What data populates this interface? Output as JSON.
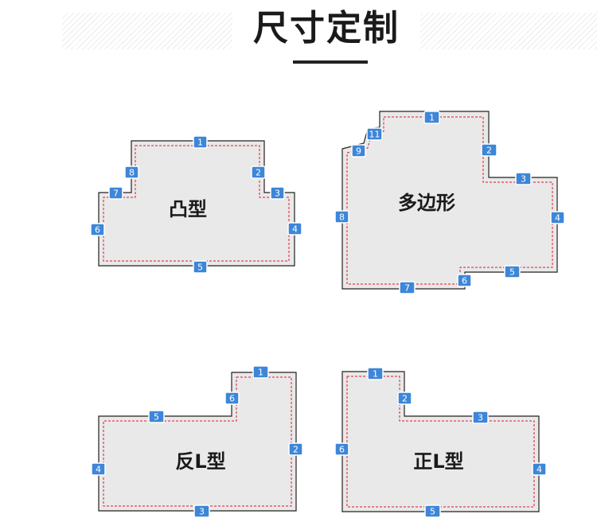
{
  "header": {
    "title": "尺寸定制"
  },
  "colors": {
    "badge": "#3d86d8",
    "dash": "#e0192b",
    "fill": "#e9e9e9"
  },
  "shapes": [
    {
      "label": "凸型",
      "badges": [
        "1",
        "2",
        "3",
        "4",
        "5",
        "6",
        "7",
        "8"
      ]
    },
    {
      "label": "多边形",
      "badges": [
        "1",
        "2",
        "3",
        "4",
        "5",
        "6",
        "7",
        "8",
        "9",
        "11"
      ]
    },
    {
      "label": "反L型",
      "badges": [
        "1",
        "2",
        "3",
        "4",
        "5",
        "6"
      ]
    },
    {
      "label": "正L型",
      "badges": [
        "1",
        "2",
        "3",
        "4",
        "5",
        "6"
      ]
    }
  ]
}
